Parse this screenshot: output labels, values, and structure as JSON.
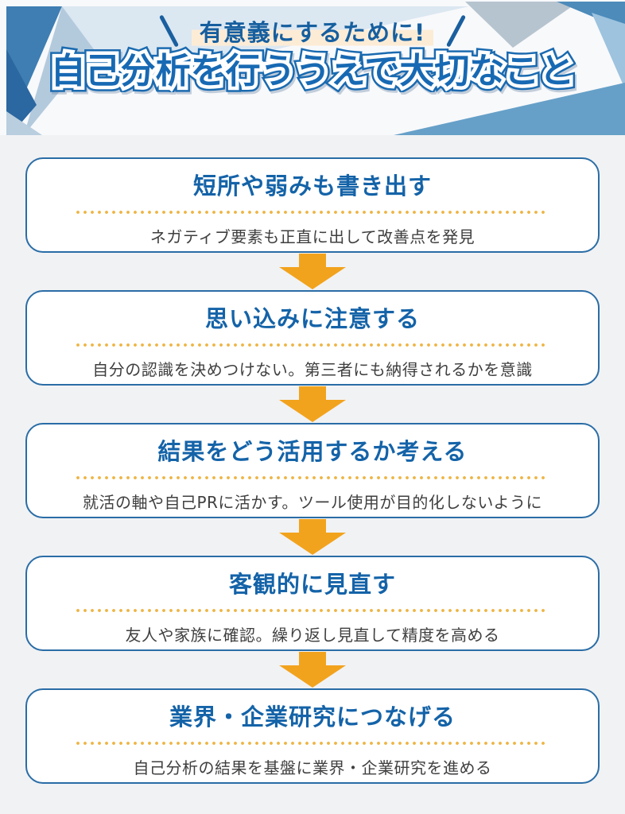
{
  "header": {
    "tagline": "有意義にするために!",
    "title": "自己分析を行ううえで大切なこと"
  },
  "steps": [
    {
      "title": "短所や弱みも書き出す",
      "description": "ネガティブ要素も正直に出して改善点を発見"
    },
    {
      "title": "思い込みに注意する",
      "description": "自分の認識を決めつけない。第三者にも納得されるかを意識"
    },
    {
      "title": "結果をどう活用するか考える",
      "description": "就活の軸や自己PRに活かす。ツール使用が目的化しないように"
    },
    {
      "title": "客観的に見直す",
      "description": "友人や家族に確認。繰り返し見直して精度を高める"
    },
    {
      "title": "業界・企業研究につなげる",
      "description": "自己分析の結果を基盤に業界・企業研究を進める"
    }
  ],
  "icons": {
    "arrow": "down-arrow"
  },
  "colors": {
    "title_blue": "#1769b3",
    "deep_blue": "#1a5f9f",
    "box_border_blue": "#2a6da6",
    "step_title_blue": "#1463a8",
    "arrow_orange": "#f2a31d",
    "dot_yellow": "#eeb544",
    "tagline_highlight_peach": "#fcecd6",
    "description_gray": "#3f3f3f",
    "background_gray": "#f1f2f4"
  }
}
